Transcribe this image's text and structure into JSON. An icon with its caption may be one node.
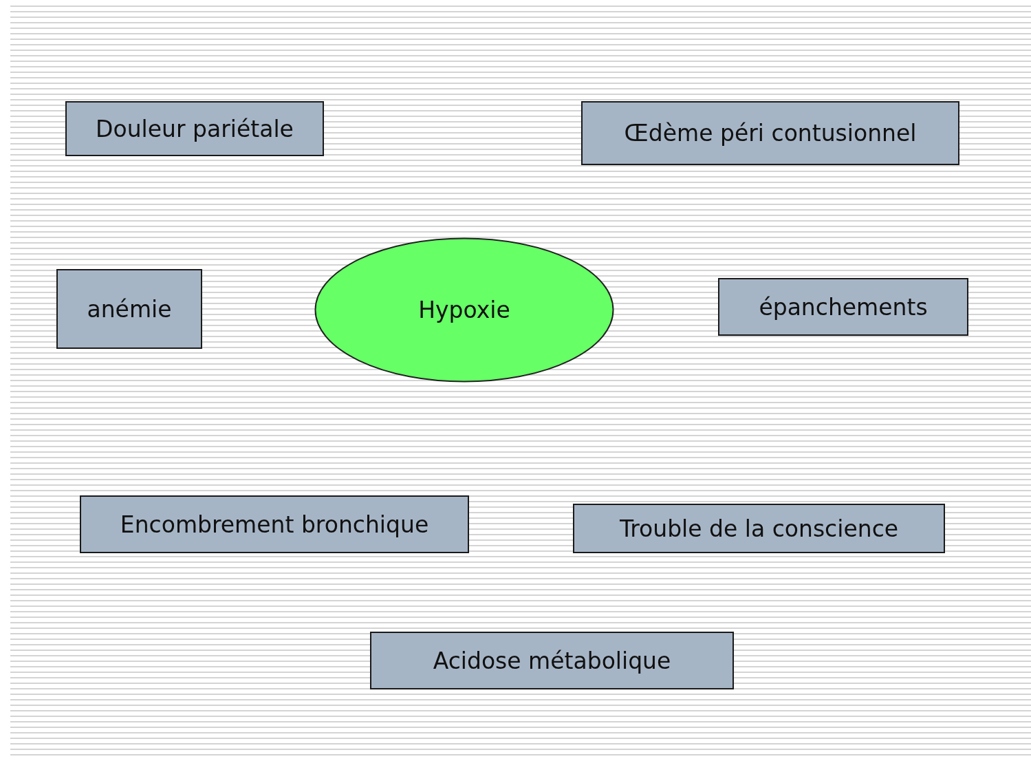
{
  "diagram": {
    "nodes": [
      {
        "text": [
          "Douleur pariétale"
        ]
      },
      {
        "text": [
          "Œdème péri contusionnel"
        ]
      },
      {
        "text": [
          "anémie"
        ]
      },
      {
        "text": [
          "Hypoxie"
        ]
      },
      {
        "text": [
          "épanchements"
        ]
      },
      {
        "text": [
          "Encombrement bronchique"
        ]
      },
      {
        "text": [
          "Trouble de la conscience"
        ]
      },
      {
        "text": [
          "Acidose métabolique"
        ]
      }
    ]
  }
}
